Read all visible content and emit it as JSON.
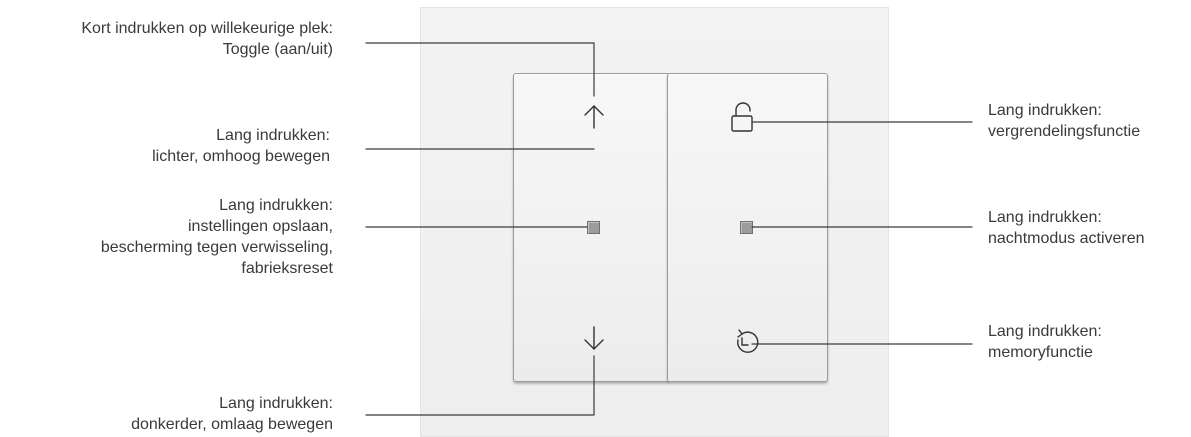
{
  "labels": {
    "toggle": [
      "Kort indrukken op willekeurige plek:",
      "Toggle (aan/uit)"
    ],
    "up": [
      "Lang indrukken:",
      "lichter, omhoog bewegen"
    ],
    "save": [
      "Lang indrukken:",
      "instellingen opslaan,",
      "bescherming tegen verwisseling,",
      "fabrieksreset"
    ],
    "down": [
      "Lang indrukken:",
      "donkerder, omlaag bewegen"
    ],
    "lock": [
      "Lang indrukken:",
      "vergrendelingsfunctie"
    ],
    "night": [
      "Lang indrukken:",
      "nachtmodus activeren"
    ],
    "memory": [
      "Lang indrukken:",
      "memoryfunctie"
    ]
  },
  "icons": {
    "up": "arrow-up-icon",
    "down": "arrow-down-icon",
    "lock": "padlock-icon",
    "memory": "memory-clock-icon",
    "led": "led-indicator"
  },
  "colors": {
    "line": "#3a3a3a",
    "plate": "#f0f0f0",
    "led": "#9c9c9c"
  }
}
